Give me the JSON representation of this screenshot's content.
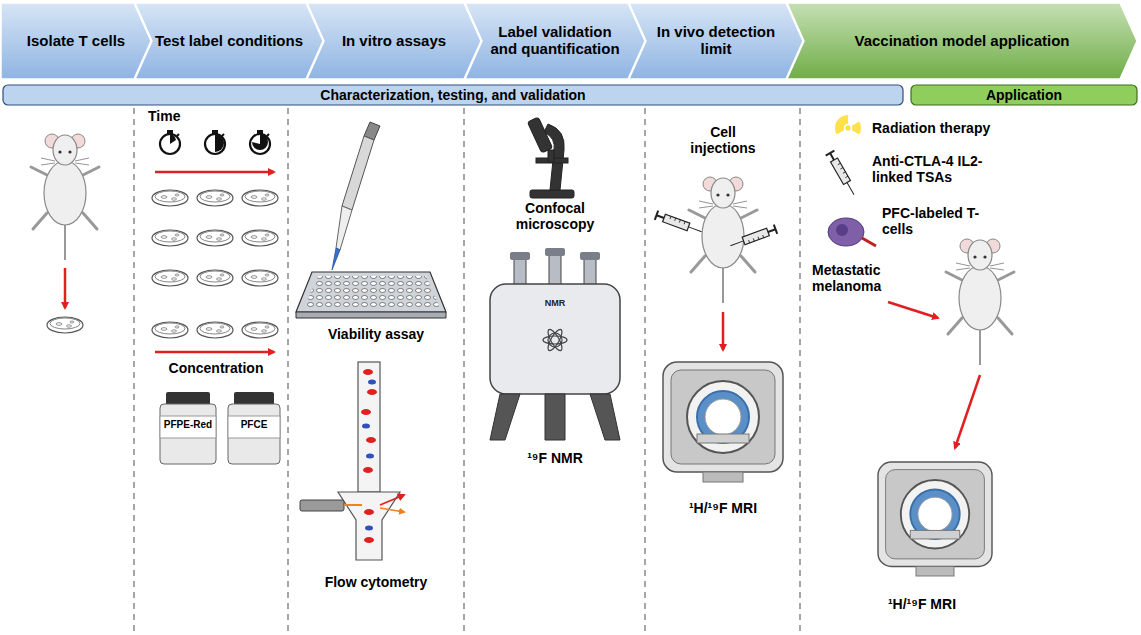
{
  "diagram": {
    "nodes": [
      {
        "text": [
          "Isolate T cells"
        ]
      },
      {
        "text": [
          "Test label conditions"
        ]
      },
      {
        "text": [
          "In vitro assays"
        ]
      },
      {
        "text": [
          "Label validation and quantification"
        ]
      },
      {
        "text": [
          "In vivo detection limit"
        ]
      },
      {
        "text": [
          "Vaccination model application"
        ]
      },
      {
        "text": [
          "Characterization, testing, and validation"
        ]
      },
      {
        "text": [
          "Application"
        ]
      }
    ],
    "labels": [
      "Time",
      "Concentration",
      "PFPE-Red",
      "PFCE",
      "Viability assay",
      "Confocal microscopy",
      "NMR",
      "Flow cytometry",
      "¹⁹F NMR",
      "Cell injections",
      "¹H/¹⁹F MRI",
      "Radiation therapy",
      "Anti-CTLA-4 IL2-linked TSAs",
      "PFC-labeled T-cells",
      "Metastatic melanoma",
      "¹H/¹⁹F MRI"
    ]
  }
}
